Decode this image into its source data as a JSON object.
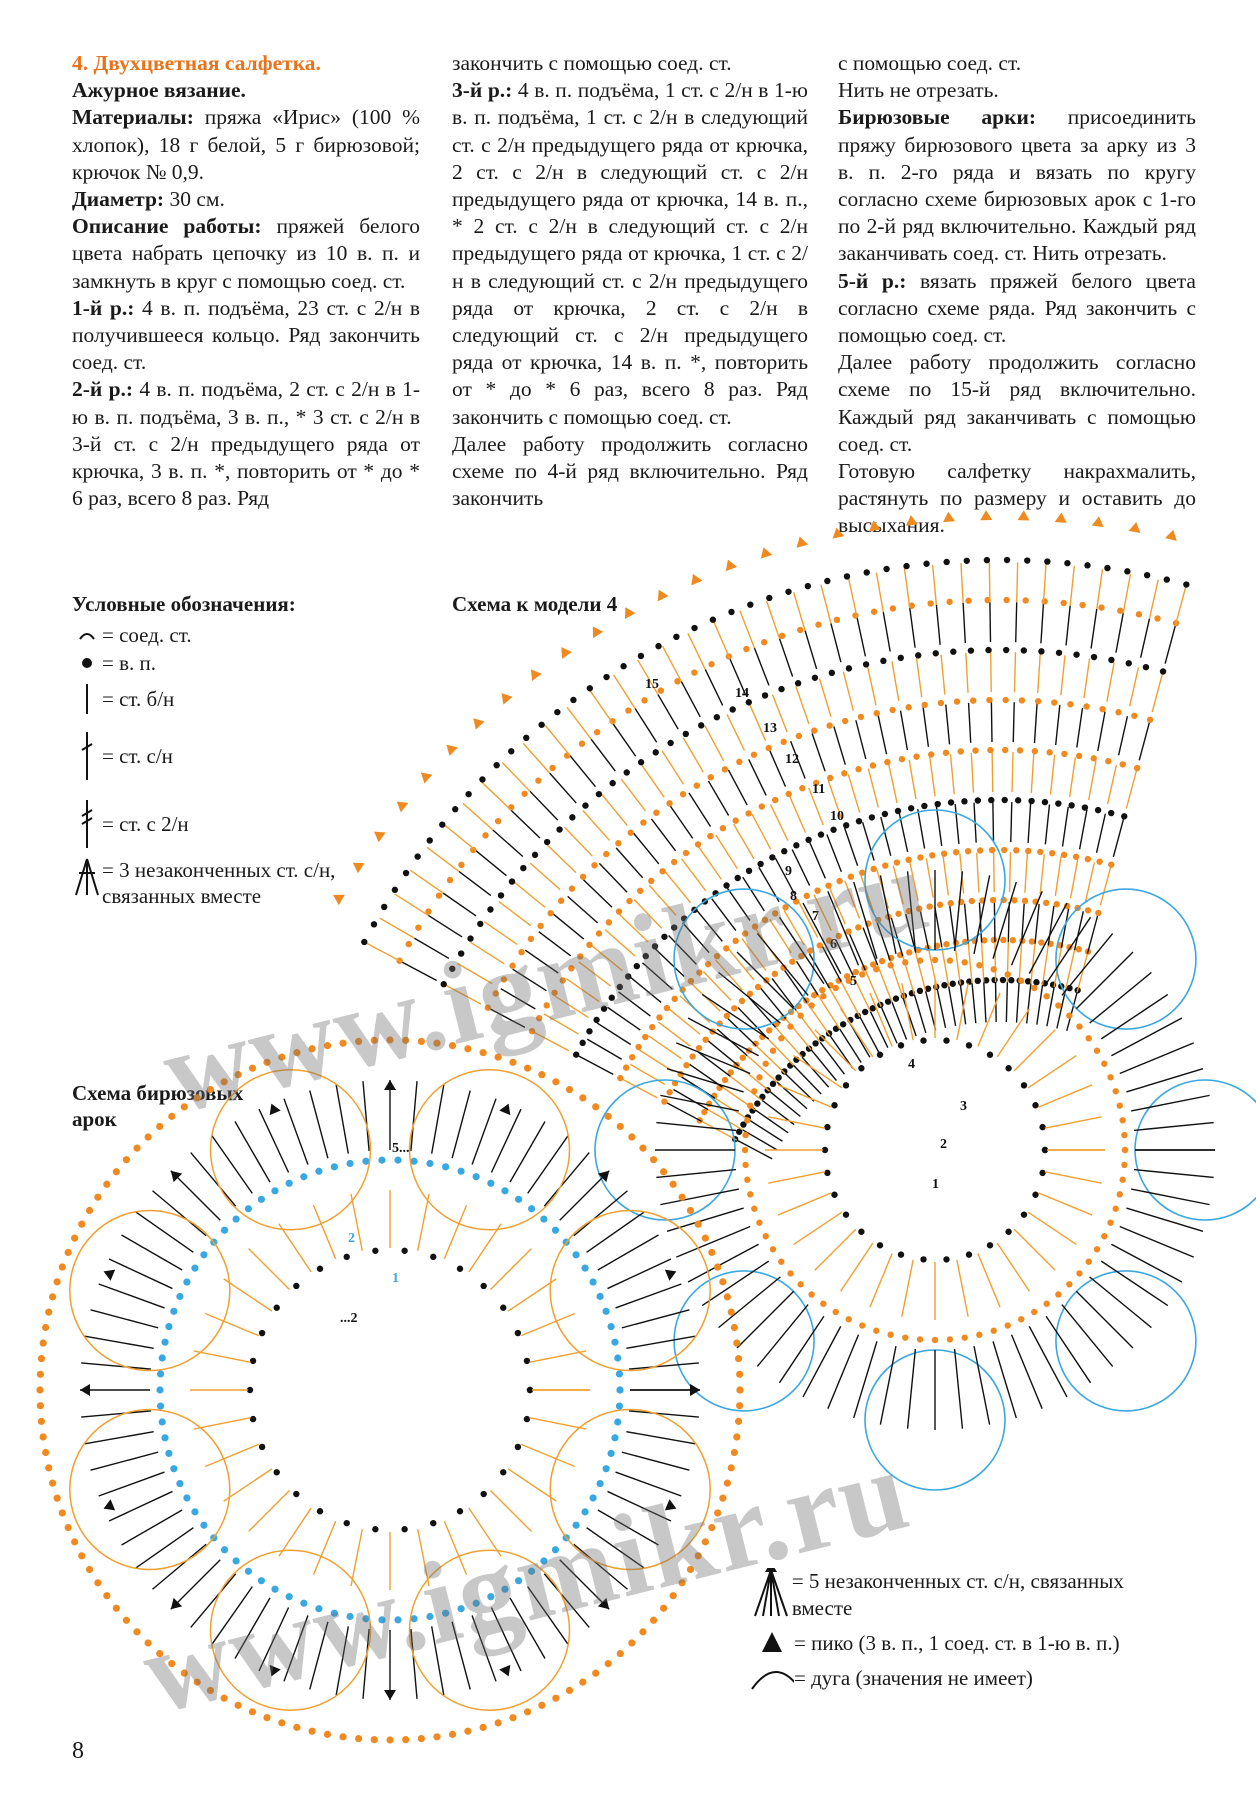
{
  "col1": {
    "title": "4. Двухцветная салфетка.",
    "subtitle": "Ажурное вязание.",
    "materials_label": "Материалы:",
    "materials_text": " пряжа «Ирис» (100 % хлопок), 18 г белой, 5 г бирюзовой; крючок № 0,9.",
    "diameter_label": "Диаметр:",
    "diameter_text": " 30 см.",
    "description_label": "Описание работы:",
    "description_text": " пряжей белого цвета набрать цепочку из 10 в. п. и замкнуть в круг с помощью соед. ст.",
    "row1_label": "1-й р.:",
    "row1_text": " 4 в. п. подъёма, 23 ст. с 2/н в получившееся кольцо. Ряд закончить соед. ст.",
    "row2_label": "2-й р.:",
    "row2_text": " 4 в. п. подъёма, 2 ст. с 2/н в 1-ю в. п. подъёма, 3 в. п., * 3 ст. с 2/н в 3-й ст. с 2/н предыдущего ряда от крючка, 3 в. п. *, повторить от * до * 6 раз, всего 8 раз. Ряд"
  },
  "col2": {
    "intro": "закончить с помощью соед. ст.",
    "row3_label": "3-й р.:",
    "row3_text": " 4 в. п. подъёма, 1 ст. с 2/н в 1-ю в. п. подъёма, 1 ст. с 2/н в следующий ст. с 2/н предыдущего ряда от крючка, 2 ст. с 2/н в следующий ст. с 2/н предыдущего ряда от крючка, 14 в. п., * 2 ст. с 2/н в следующий ст. с 2/н предыдущего ряда от крючка, 1 ст. с 2/н в следующий ст. с 2/н предыдущего ряда от крючка, 2 ст. с 2/н в следующий ст. с 2/н предыдущего ряда от крючка, 14 в. п. *, повторить от * до * 6 раз, всего 8 раз. Ряд закончить с помощью соед. ст.",
    "continue_text": "Далее работу продолжить согласно схеме по 4-й ряд включительно. Ряд закончить"
  },
  "col3": {
    "intro": "с помощью соед. ст.",
    "no_cut": "Нить не отрезать.",
    "arches_label": "Бирюзовые арки:",
    "arches_text": " присоединить пряжу бирюзового цвета за арку из 3 в. п. 2-го ряда и вязать по кругу согласно схеме бирюзовых арок с 1-го по 2-й ряд включительно. Каждый ряд заканчивать соед. ст. Нить отрезать.",
    "row5_label": "5-й р.:",
    "row5_text": " вязать пряжей белого цвета согласно схеме ряда. Ряд закончить с помощью соед. ст.",
    "continue_text": "Далее работу продолжить согласно схеме по 15-й ряд включительно. Каждый ряд заканчивать с помощью соед. ст.",
    "finish_text": "Готовую салфетку накрахмалить, растянуть по размеру и оставить до высыхания."
  },
  "legend": {
    "header": "Условные обозначения:",
    "items": [
      {
        "icon": "slip-stitch-icon",
        "text": "= соед. ст."
      },
      {
        "icon": "chain-stitch-icon",
        "text": "= в. п."
      },
      {
        "icon": "single-crochet-icon",
        "text": "= ст. б/н"
      },
      {
        "icon": "double-crochet-icon",
        "text": "= ст. с/н"
      },
      {
        "icon": "treble-crochet-icon",
        "text": "= ст. с 2/н"
      },
      {
        "icon": "three-dc-together-icon",
        "text": "= 3 незаконченных ст. с/н, связанных вместе"
      }
    ]
  },
  "schema_model_title": "Схема к модели 4",
  "schema_arches_title": "Схема бирюзовых арок",
  "legend2": {
    "items": [
      {
        "icon": "five-dc-together-icon",
        "text": "= 5 незаконченных ст. с/н, связанных вместе"
      },
      {
        "icon": "picot-icon",
        "text": "= пико (3 в. п., 1 соед. ст. в 1-ю в. п.)"
      },
      {
        "icon": "arc-icon",
        "text": "= дуга (значения не имеет)"
      }
    ]
  },
  "fan_row_numbers": [
    "15",
    "14",
    "13",
    "12",
    "11",
    "10",
    "9",
    "8",
    "7",
    "6",
    "5"
  ],
  "right_circle_row_numbers": [
    "4",
    "3",
    "2",
    "1"
  ],
  "left_circle_row_numbers": [
    "5...",
    "2",
    "1",
    "...2"
  ],
  "watermark": "www.igmikr.ru",
  "page_number": "8",
  "colors": {
    "orange": "#f0a030",
    "orange_dot": "#f08a20",
    "turquoise": "#3aa8e0",
    "black": "#111111",
    "title_orange": "#e8731d"
  }
}
